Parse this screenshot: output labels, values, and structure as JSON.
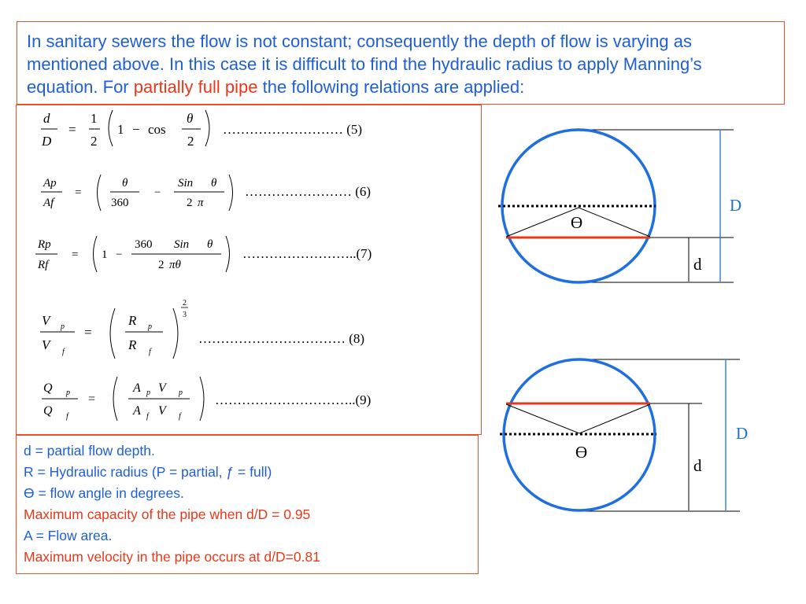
{
  "intro": {
    "part1": "In sanitary sewers the flow is not constant; consequently the depth of flow is varying as mentioned above. In this case it is difficult to find the hydraulic radius to apply Manning’s equation. For ",
    "highlight": "partially full pipe",
    "part2": " the following relations are applied:"
  },
  "equations": {
    "e5": {
      "lhs_num": "d",
      "lhs_den": "D",
      "one": "1",
      "two": "2",
      "one2": "1",
      "minus": "−",
      "cos": "cos",
      "theta": "θ",
      "den2": "2",
      "dots": "……………………… (5)"
    },
    "e6": {
      "lhs_num": "Ap",
      "lhs_den": "Af",
      "theta": "θ",
      "d360": "360",
      "minus": "−",
      "sin": "Sin",
      "theta2": "θ",
      "two": "2",
      "pi": "π",
      "dots": "…………………… (6)"
    },
    "e7": {
      "lhs_num": "Rp",
      "lhs_den": "Rf",
      "one": "1",
      "minus": "−",
      "n360": "360",
      "sin": "Sin",
      "theta": "θ",
      "two": "2",
      "pitheta": "πθ",
      "dots": "……………………..(7)"
    },
    "e8": {
      "v": "V",
      "p": "p",
      "f": "f",
      "r": "R",
      "exp_num": "2",
      "exp_den": "3",
      "dots": "…………………………… (8)"
    },
    "e9": {
      "q": "Q",
      "p": "p",
      "f": "f",
      "a": "A",
      "v": "V",
      "dots": "…………………………..(9)"
    },
    "equals": "="
  },
  "definitions": [
    {
      "text": "d = partial flow depth.",
      "color": "blue"
    },
    {
      "text": "R = Hydraulic radius (P = partial, ƒ = full)",
      "color": "blue"
    },
    {
      "text": "Ө = flow angle in degrees.",
      "color": "blue"
    },
    {
      "text": "Maximum capacity of the pipe when d/D = 0.95",
      "color": "red"
    },
    {
      "text": "A = Flow area.",
      "color": "blue"
    },
    {
      "text": "Maximum velocity in the pipe occurs at d/D=0.81",
      "color": "red"
    }
  ],
  "diagram_top": {
    "theta": "Ө",
    "D": "D",
    "d": "d"
  },
  "diagram_bottom": {
    "theta": "Ө",
    "D": "D",
    "d": "d"
  },
  "colors": {
    "blue": "#1f5fd6",
    "red": "#e8381a",
    "circle": "#1e6fe0"
  }
}
